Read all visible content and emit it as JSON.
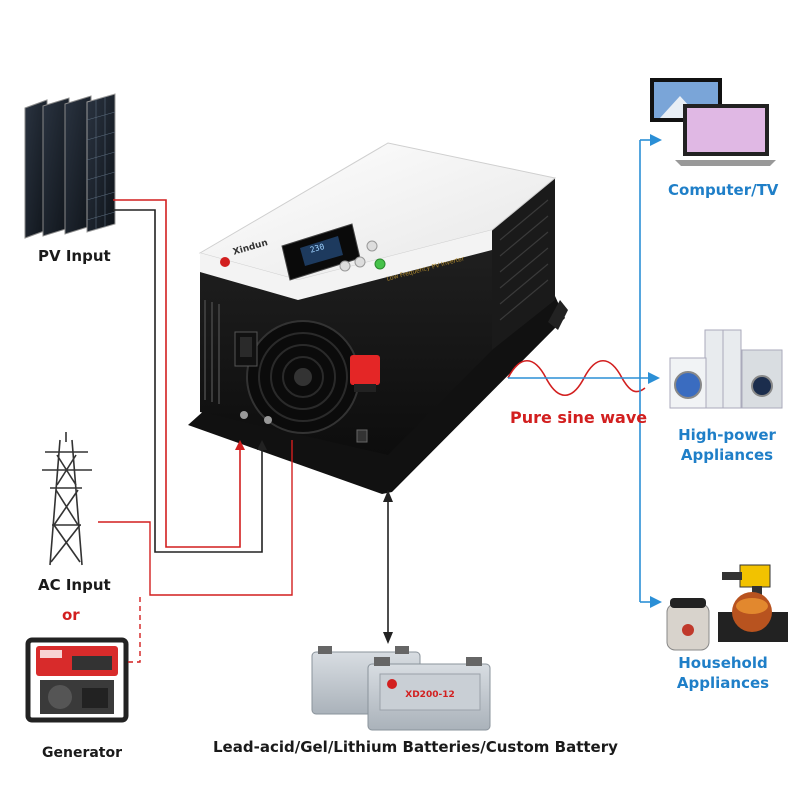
{
  "labels": {
    "pv_input": "PV Input",
    "ac_input": "AC Input",
    "or": "or",
    "generator": "Generator",
    "batteries": "Lead-acid/Gel/Lithium Batteries/Custom Battery",
    "pure_sine": "Pure sine wave",
    "computer_tv": "Computer/TV",
    "high_power_1": "High-power",
    "high_power_2": "Appliances",
    "household_1": "Household",
    "household_2": "Appliances"
  },
  "product": {
    "brand": "Xindun",
    "front_text": "Low Frequency PV Inverter",
    "display_reading": "230",
    "battery_model": "XD200-12"
  },
  "colors": {
    "arrow_blue": "#2b8fd6",
    "line_red": "#d21f1f",
    "line_black": "#222222",
    "label_blue": "#1f7fc8"
  }
}
